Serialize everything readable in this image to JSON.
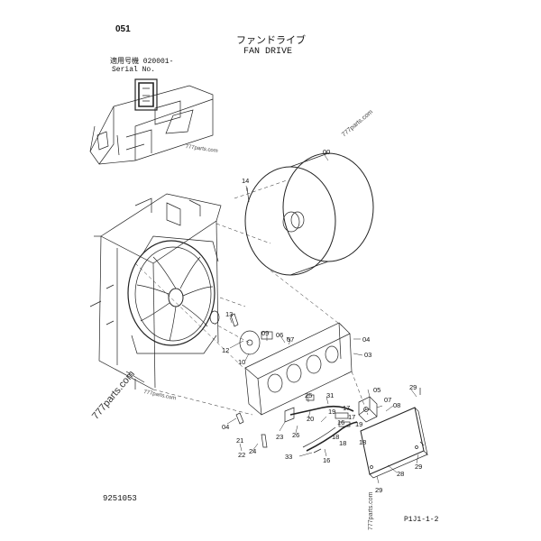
{
  "header": {
    "page_number": "051",
    "title_jp": "ファンドライブ",
    "title_en": "FAN DRIVE",
    "serial_label_jp": "適用号機  020001-",
    "serial_label_en": "Serial No."
  },
  "footer": {
    "document_number": "9251053",
    "page_ref": "P1J1-1-2"
  },
  "watermarks": {
    "w1": "777parts.com",
    "w2": "777parts.com",
    "w3": "777parts.com",
    "w4": "777parts.com",
    "w5": "777parts.com"
  },
  "part_labels": [
    {
      "id": "00",
      "text": "00"
    },
    {
      "id": "14",
      "text": "14"
    },
    {
      "id": "13",
      "text": "13"
    },
    {
      "id": "12",
      "text": "12"
    },
    {
      "id": "10",
      "text": "10"
    },
    {
      "id": "09",
      "text": "09"
    },
    {
      "id": "06",
      "text": "06"
    },
    {
      "id": "07a",
      "text": "07"
    },
    {
      "id": "04a",
      "text": "04"
    },
    {
      "id": "03",
      "text": "03"
    },
    {
      "id": "05",
      "text": "05"
    },
    {
      "id": "07b",
      "text": "07"
    },
    {
      "id": "08",
      "text": "08"
    },
    {
      "id": "29a",
      "text": "29"
    },
    {
      "id": "25",
      "text": "25"
    },
    {
      "id": "31",
      "text": "31"
    },
    {
      "id": "19a",
      "text": "19"
    },
    {
      "id": "17a",
      "text": "17"
    },
    {
      "id": "17b",
      "text": "17"
    },
    {
      "id": "19b",
      "text": "19"
    },
    {
      "id": "16a",
      "text": "16"
    },
    {
      "id": "20",
      "text": "20"
    },
    {
      "id": "26",
      "text": "26"
    },
    {
      "id": "18a",
      "text": "18"
    },
    {
      "id": "18b",
      "text": "18"
    },
    {
      "id": "18c",
      "text": "18"
    },
    {
      "id": "04b",
      "text": "04"
    },
    {
      "id": "23",
      "text": "23"
    },
    {
      "id": "21",
      "text": "21"
    },
    {
      "id": "24",
      "text": "24"
    },
    {
      "id": "22",
      "text": "22"
    },
    {
      "id": "33",
      "text": "33"
    },
    {
      "id": "16b",
      "text": "16"
    },
    {
      "id": "28",
      "text": "28"
    },
    {
      "id": "29b",
      "text": "29"
    },
    {
      "id": "29c",
      "text": "29"
    }
  ]
}
